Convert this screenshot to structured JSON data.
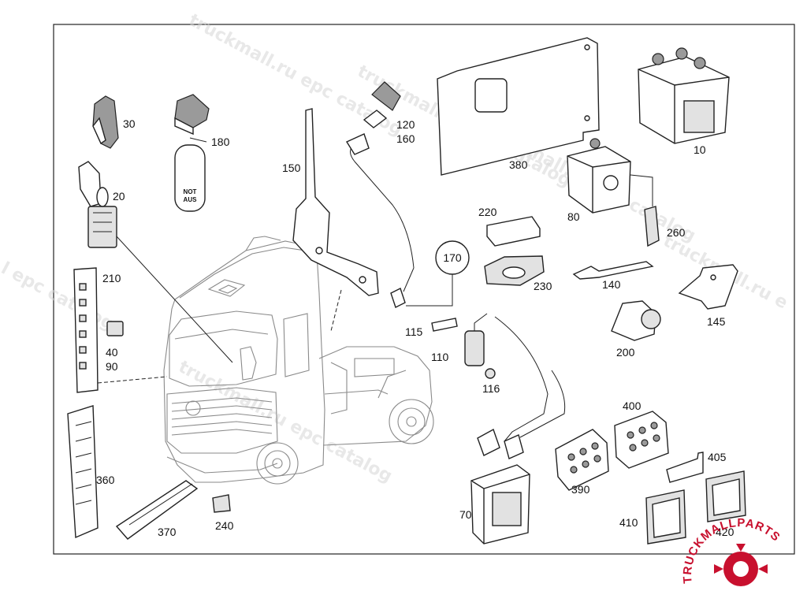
{
  "labels": {
    "p10": "10",
    "p20": "20",
    "p30": "30",
    "p40": "40",
    "p90": "90",
    "p70": "70",
    "p80": "80",
    "p110": "110",
    "p115": "115",
    "p116": "116",
    "p120": "120",
    "p160": "160",
    "p140": "140",
    "p145": "145",
    "p150": "150",
    "p170": "170",
    "p180": "180",
    "p200": "200",
    "p210": "210",
    "p220": "220",
    "p230": "230",
    "p240": "240",
    "p260": "260",
    "p360": "360",
    "p370": "370",
    "p380": "380",
    "p390": "390",
    "p400": "400",
    "p405": "405",
    "p410": "410",
    "p420": "420"
  },
  "switch_text": {
    "line1": "NOT",
    "line2": "AUS"
  },
  "watermarks": {
    "w1": "truckmall.ru epc catalog",
    "w2": "truckmall.ru epc catalog",
    "w3": "truckmall.ru epc catalog",
    "w4": "l epc catalog",
    "w5": "truckmall.ru epc catalog",
    "w6": "truckmall.ru e"
  },
  "logo": {
    "text": "TRUCKMALLPARTS",
    "color": "#c8102e"
  }
}
